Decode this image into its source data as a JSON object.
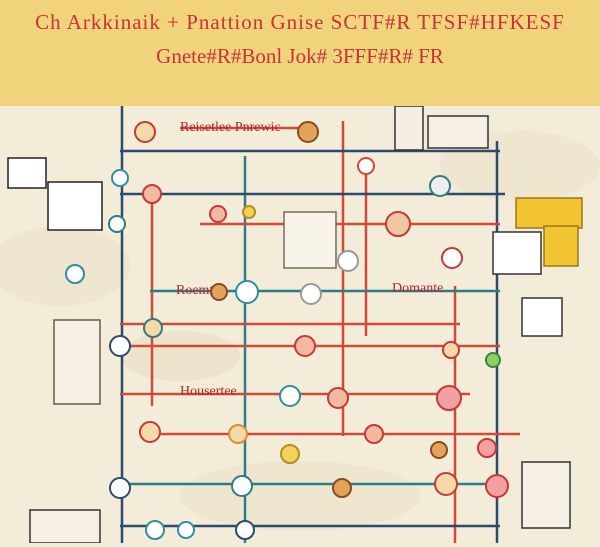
{
  "header": {
    "title_line_1": "Ch Arkkinaik + Pnattion Gnise SCTF#R TFSF#HFKESF",
    "title_line_2": "Gnete#R#Bonl Jok# 3FFF#R# FR"
  },
  "labels": {
    "top": "Reisetlee Pnrewic",
    "left_mid": "Roemt",
    "right_mid": "Domante",
    "lower_left": "Housertee"
  },
  "colors": {
    "header_bg": "#f1d37c",
    "board_bg": "#f3ecd8",
    "line_red": "#d04a3a",
    "line_navy": "#2c4b6e",
    "line_teal": "#2f7d84",
    "node_red": "#c33a3a",
    "node_teal": "#2f8ea0",
    "node_orange": "#e08a3a"
  }
}
